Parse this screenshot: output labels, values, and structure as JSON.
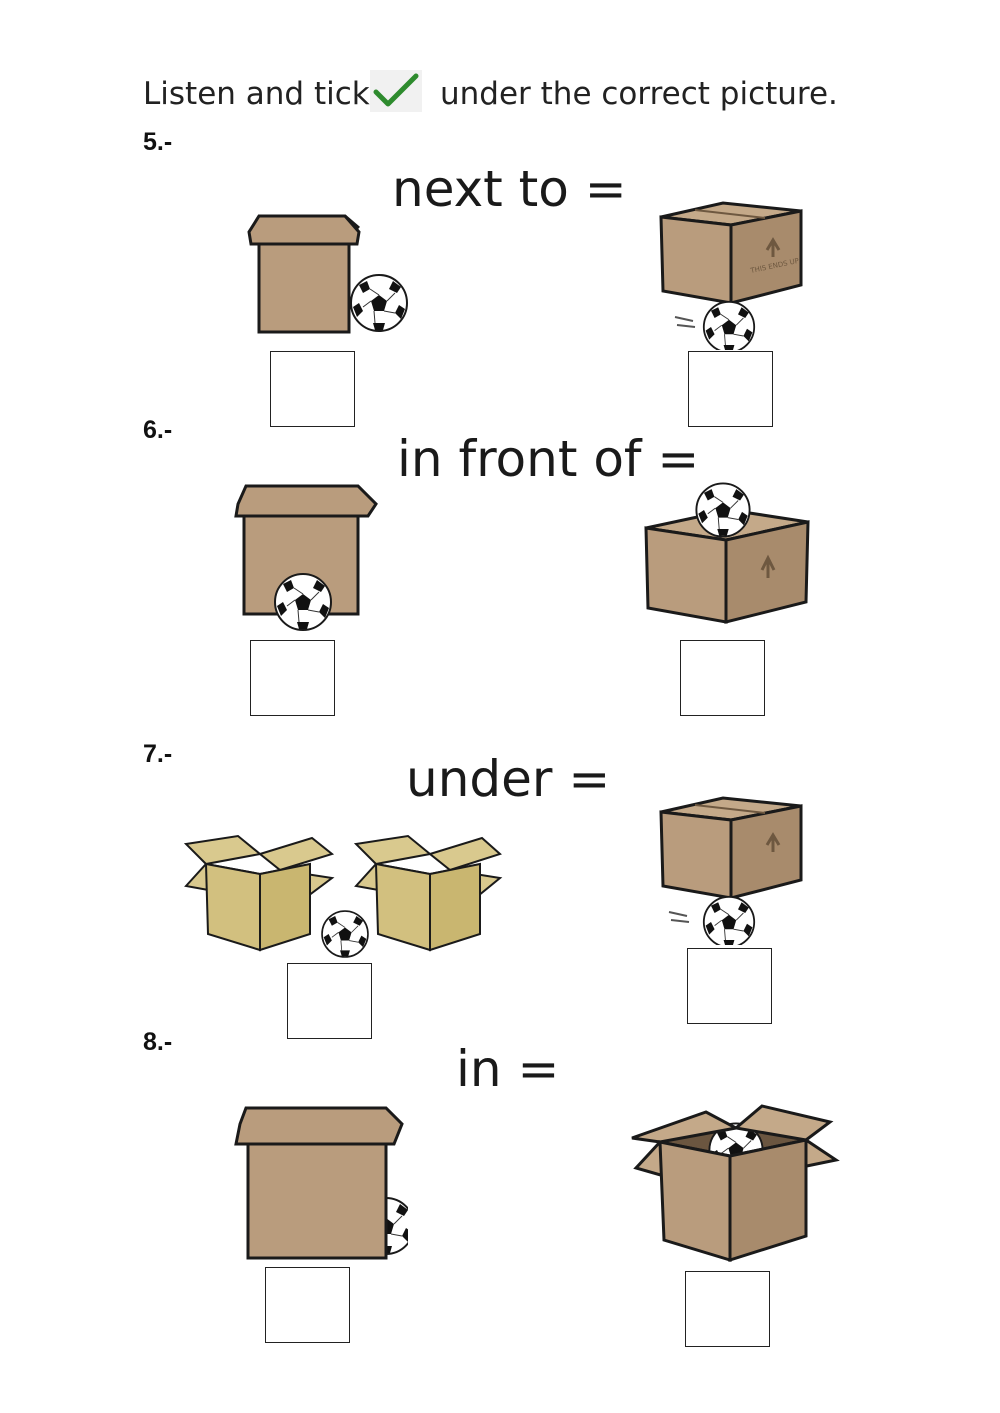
{
  "instruction": {
    "before_tick": "Listen and tick",
    "after_tick": "under the correct picture.",
    "tick_icon": "green-checkmark-icon"
  },
  "questions": [
    {
      "number": "5.-",
      "phrase": "next to ="
    },
    {
      "number": "6.-",
      "phrase": "in front of ="
    },
    {
      "number": "7.-",
      "phrase": "under ="
    },
    {
      "number": "8.-",
      "phrase": "in ="
    }
  ],
  "colors": {
    "box_brown": "#b99c7d",
    "box_brown_dark": "#8f7358",
    "box_yellow": "#d9c98e",
    "outline": "#1a1a1a",
    "tick_green": "#2e8b2e"
  }
}
